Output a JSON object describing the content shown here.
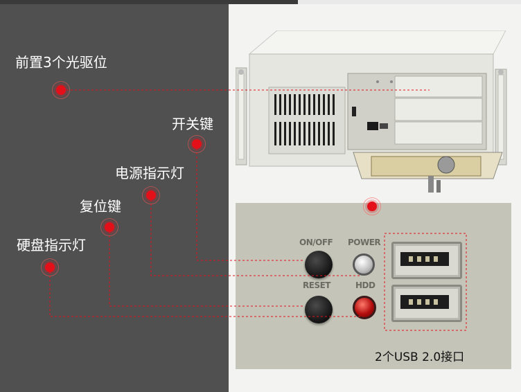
{
  "labels": {
    "optical_bays": "前置3个光驱位",
    "power_switch": "开关键",
    "power_led": "电源指示灯",
    "reset_button": "复位键",
    "hdd_led": "硬盘指示灯",
    "usb_ports": "2个USB 2.0接口"
  },
  "panel_text": {
    "on_off": "ON/OFF",
    "power": "POWER",
    "reset": "RESET",
    "hdd": "HDD"
  },
  "colors": {
    "left_panel": "#505050",
    "callout": "#e3101a",
    "panel_metal": "#c4c5b8",
    "chassis": "#e6e6e1"
  }
}
